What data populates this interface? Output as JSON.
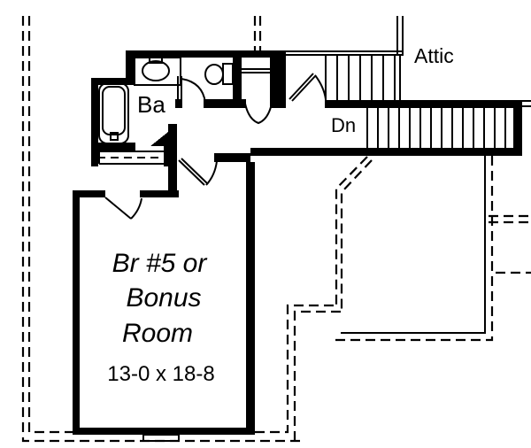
{
  "plan": {
    "bathroom": {
      "label": "Ba"
    },
    "attic": {
      "label": "Attic"
    },
    "stairs": {
      "down_label": "Dn"
    },
    "bonus_room": {
      "name_line1": "Br #5 or",
      "name_line2": "Bonus",
      "name_line3": "Room",
      "dimensions": "13-0 x 18-8"
    },
    "colors": {
      "ink": "#000000",
      "paper": "#ffffff"
    }
  }
}
